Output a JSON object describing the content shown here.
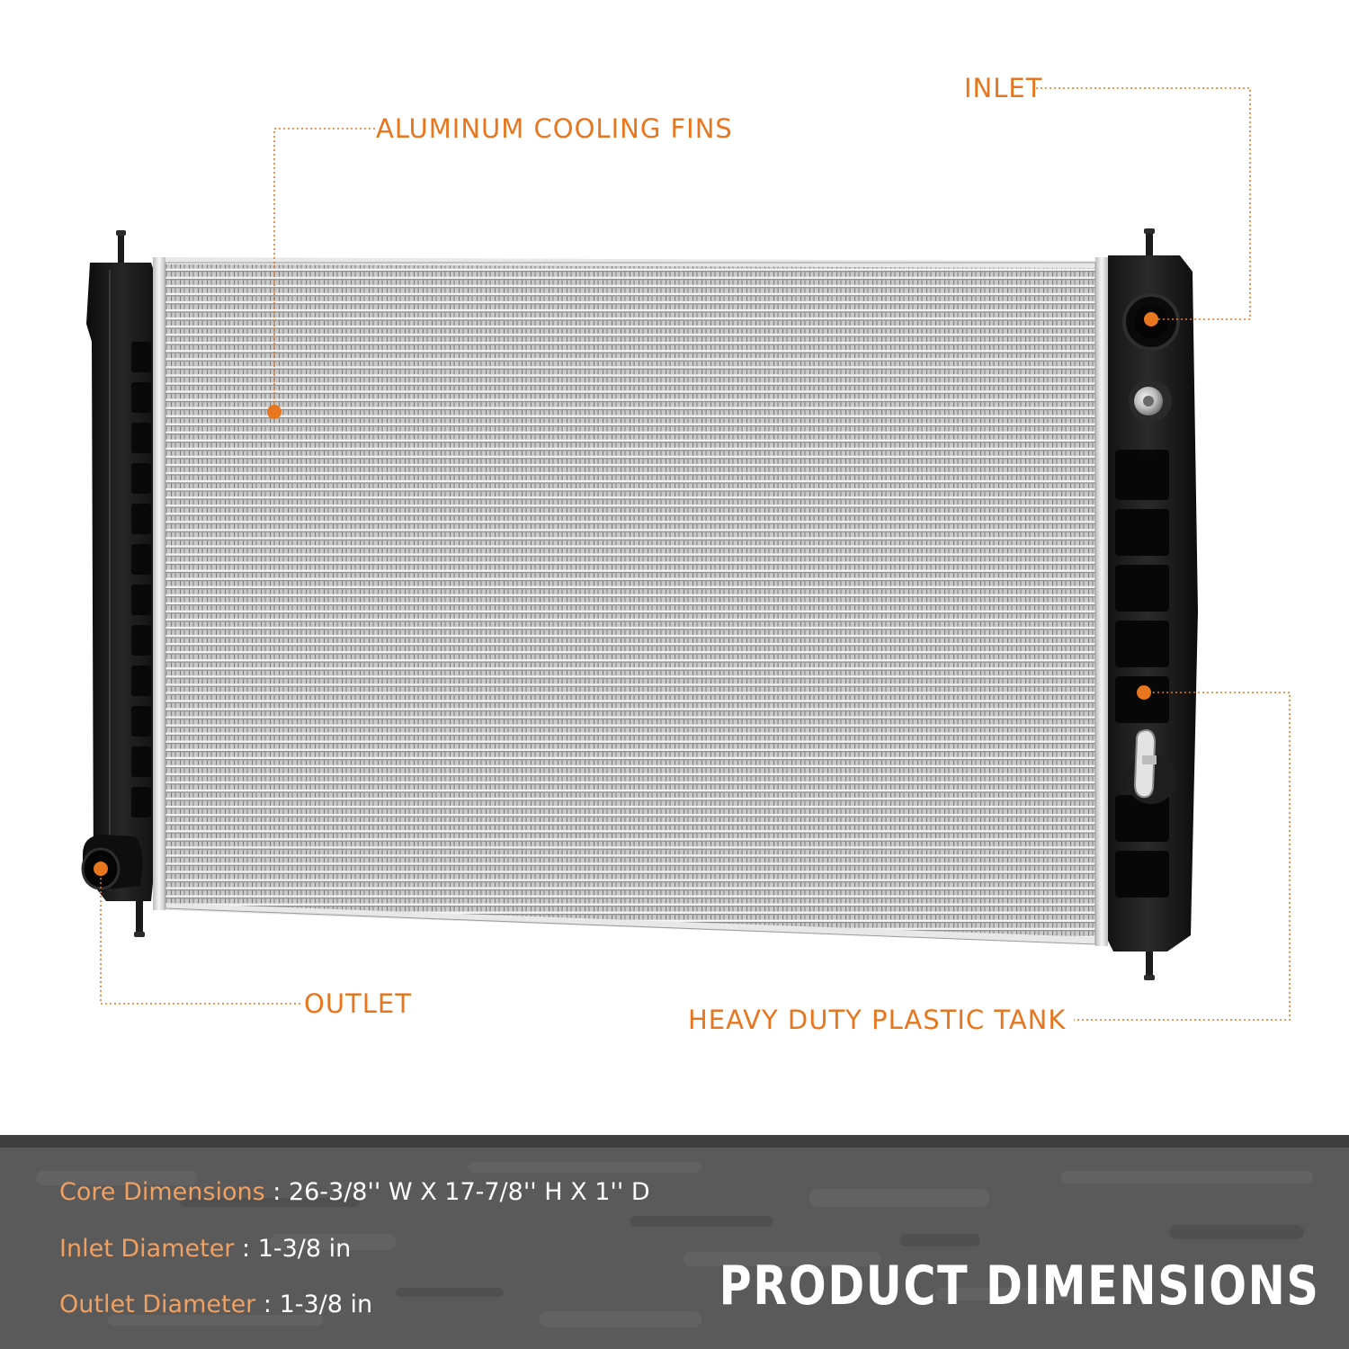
{
  "colors": {
    "accent": "#e8761e",
    "panel_background": "#5a5a5a",
    "spec_label": "#f0a060",
    "spec_value": "#ffffff"
  },
  "callouts": {
    "aluminum_cooling_fins": "ALUMINUM COOLING FINS",
    "inlet": "INLET",
    "outlet": "OUTLET",
    "plastic_tank": "HEAVY DUTY PLASTIC TANK"
  },
  "specs": [
    {
      "label": "Core Dimensions",
      "separator": ":",
      "value": "26-3/8'' W X 17-7/8'' H X 1'' D"
    },
    {
      "label": "Inlet Diameter",
      "separator": ":",
      "value": "1-3/8 in"
    },
    {
      "label": "Outlet Diameter",
      "separator": ":",
      "value": "1-3/8 in"
    }
  ],
  "panel_title": "PRODUCT DIMENSIONS"
}
